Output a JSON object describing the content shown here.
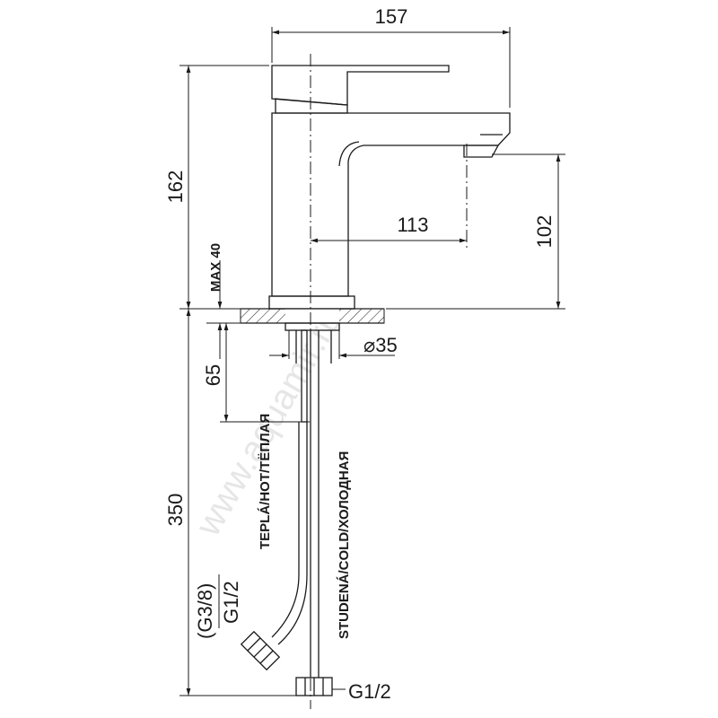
{
  "watermark": "www.aquamir.ru",
  "dimensions": {
    "width_total": "157",
    "height_total": "162",
    "spout_reach": "113",
    "spout_height": "102",
    "max_thickness": "MAX 40",
    "base_diameter": "⌀35",
    "shank_length": "65",
    "hose_length": "350"
  },
  "labels": {
    "hot_hose": "TEPLÁ/HOT/ТЁПЛАЯ",
    "cold_hose": "STUDENÁ/COLD/ХОЛОДНАЯ",
    "hot_thread": "G1/2",
    "hot_thread_alt": "(G3/8)",
    "cold_thread": "G1/2"
  }
}
